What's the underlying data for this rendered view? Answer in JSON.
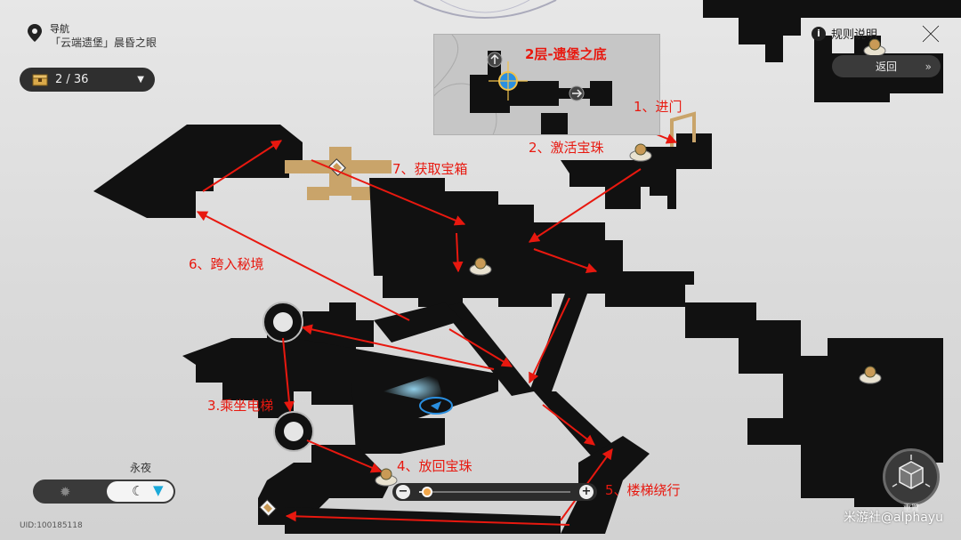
{
  "nav": {
    "label": "导航",
    "location": "「云端遗堡」晨昏之眼"
  },
  "chest_counter": {
    "text": "2 / 36",
    "collected": 2,
    "total": 36
  },
  "topright": {
    "rules_label": "规则说明",
    "back_label": "返回"
  },
  "minimap": {
    "floor_label": "2层-遗堡之底"
  },
  "annotations": [
    {
      "id": "step1",
      "text": "1、进门"
    },
    {
      "id": "step2",
      "text": "2、激活宝珠"
    },
    {
      "id": "step3",
      "text": "3.乘坐电梯"
    },
    {
      "id": "step4",
      "text": "4、放回宝珠"
    },
    {
      "id": "step5",
      "text": "5、楼梯绕行"
    },
    {
      "id": "step6",
      "text": "6、跨入秘境"
    },
    {
      "id": "step7",
      "text": "7、获取宝箱"
    }
  ],
  "time_toggle": {
    "label": "永夜",
    "selected": "night"
  },
  "zoom": {
    "level": 0.05
  },
  "reset": {
    "label": "重置"
  },
  "uid": "UID:100185118",
  "watermark": "米游社@alphayu",
  "colors": {
    "annotation": "#e8180f",
    "floor": "#111111",
    "chest_path": "#c9a46a",
    "player": "#2a8fe0",
    "background": "#dcdcdc"
  },
  "icons": {
    "nav": "map-pin-icon",
    "chest": "treasure-chest-icon",
    "rules": "info-icon",
    "close": "close-icon",
    "sun": "sun-icon",
    "moon": "moon-icon",
    "reset": "cube-icon"
  }
}
